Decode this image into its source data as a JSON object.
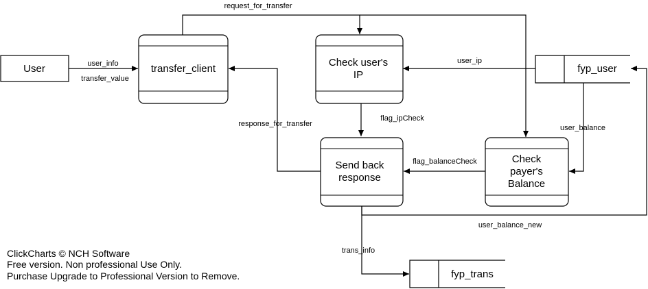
{
  "diagram": {
    "entities": {
      "user": "User"
    },
    "processes": {
      "transfer_client": "transfer_client",
      "check_ip": [
        "Check user's",
        "IP"
      ],
      "send_back": [
        "Send back",
        "response"
      ],
      "check_balance": [
        "Check",
        "payer's",
        "Balance"
      ]
    },
    "stores": {
      "fyp_user": "fyp_user",
      "fyp_trans": "fyp_trans"
    },
    "flows": {
      "user_info": "user_info",
      "transfer_value": "transfer_value",
      "request_for_transfer": "request_for_transfer",
      "user_ip": "user_ip",
      "response_for_transfer": "response_for_transfer",
      "flag_ipcheck": "flag_ipCheck",
      "user_balance": "user_balance",
      "flag_balancecheck": "flag_balanceCheck",
      "user_balance_new": "user_balance_new",
      "trans_info": "trans_info"
    }
  },
  "watermark": {
    "line1": "ClickCharts © NCH Software",
    "line2": "Free version. Non professional Use Only.",
    "line3": "Purchase Upgrade to Professional Version to Remove."
  }
}
